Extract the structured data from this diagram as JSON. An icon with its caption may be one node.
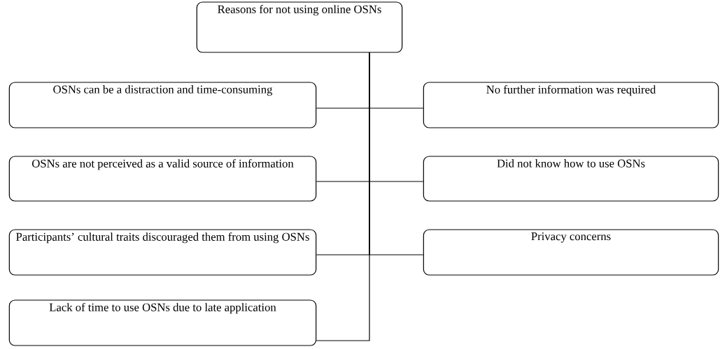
{
  "diagram": {
    "nodes": [
      {
        "text": [
          "Reasons for not using online OSNs"
        ]
      },
      {
        "text": [
          "OSNs can be a distraction and time-consuming"
        ]
      },
      {
        "text": [
          "No further information was required"
        ]
      },
      {
        "text": [
          "OSNs are not perceived as a valid source of information"
        ]
      },
      {
        "text": [
          "Did not know how to use OSNs"
        ]
      },
      {
        "text": [
          "Participants’ cultural traits discouraged them from using OSNs"
        ]
      },
      {
        "text": [
          "Privacy concerns"
        ]
      },
      {
        "text": [
          "Lack of time to use OSNs due to late application"
        ]
      }
    ],
    "edges": [
      {
        "from": 0,
        "to": 1,
        "arrow": "none"
      },
      {
        "from": 0,
        "to": 2,
        "arrow": "none"
      },
      {
        "from": 0,
        "to": 3,
        "arrow": "none"
      },
      {
        "from": 0,
        "to": 4,
        "arrow": "none"
      },
      {
        "from": 0,
        "to": 5,
        "arrow": "none"
      },
      {
        "from": 0,
        "to": 6,
        "arrow": "none"
      },
      {
        "from": 0,
        "to": 7,
        "arrow": "none"
      }
    ]
  }
}
